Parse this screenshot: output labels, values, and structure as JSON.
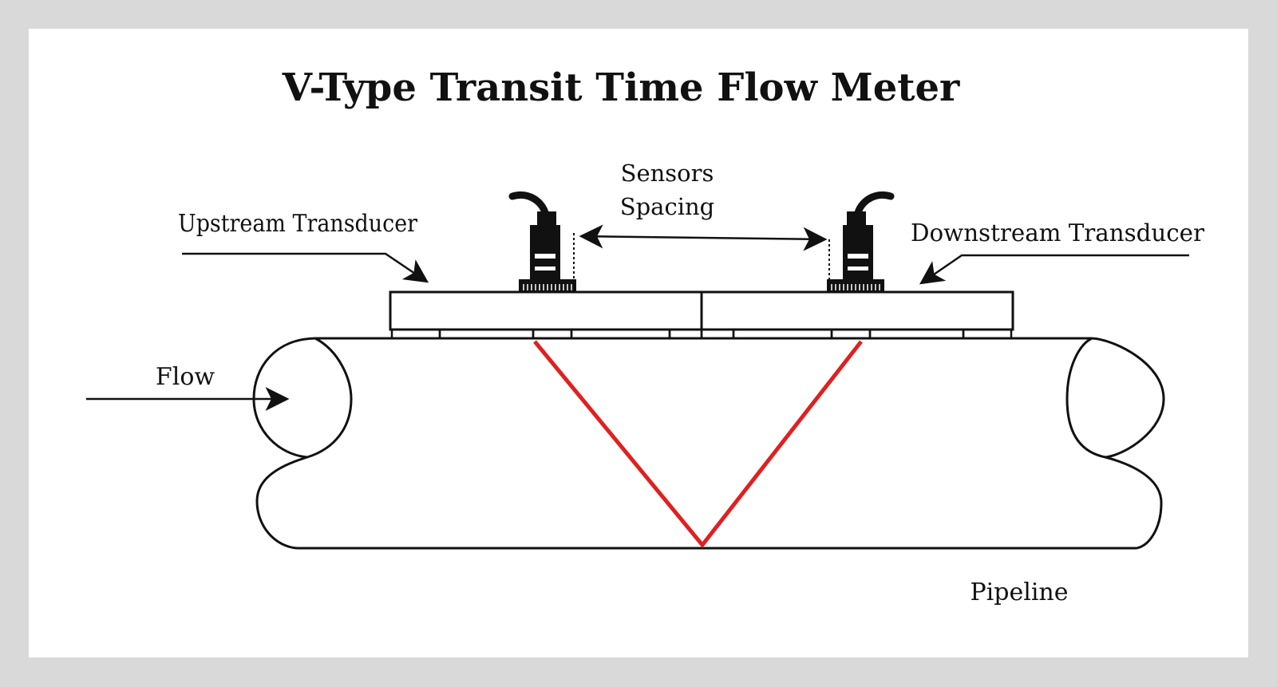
{
  "title": "V-Type Transit Time Flow Meter",
  "labels": {
    "sensors_line1": "Sensors",
    "sensors_line2": "Spacing",
    "upstream": "Upstream Transducer",
    "downstream": "Downstream Transducer",
    "flow": "Flow",
    "pipeline": "Pipeline"
  },
  "colors": {
    "background_border": "#d9d9d9",
    "panel": "#ffffff",
    "ink": "#111111",
    "signal_path": "#e02020"
  }
}
